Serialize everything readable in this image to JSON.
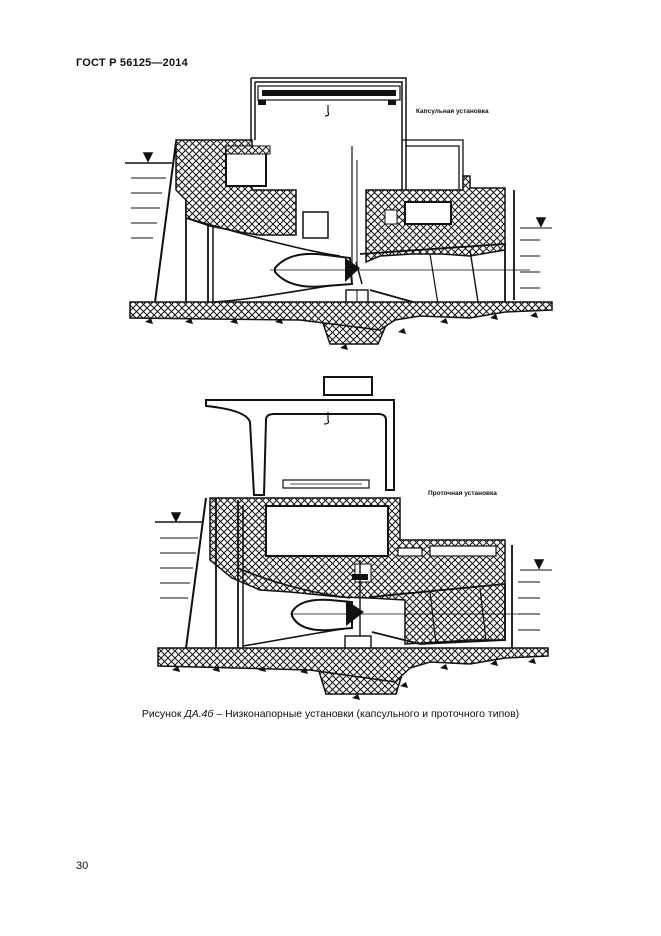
{
  "document": {
    "header": "ГОСТ Р 56125—2014",
    "page_number": "30"
  },
  "figure": {
    "caption_prefix": "Рисунок",
    "caption_id": "ДА.4б",
    "caption_text": " – Низконапорные установки (капсульного и проточного типов)",
    "top_diagram_label": "Капсульная установка",
    "bottom_diagram_label": "Проточная установка"
  },
  "colors": {
    "ink": "#111111",
    "paper": "#ffffff"
  }
}
